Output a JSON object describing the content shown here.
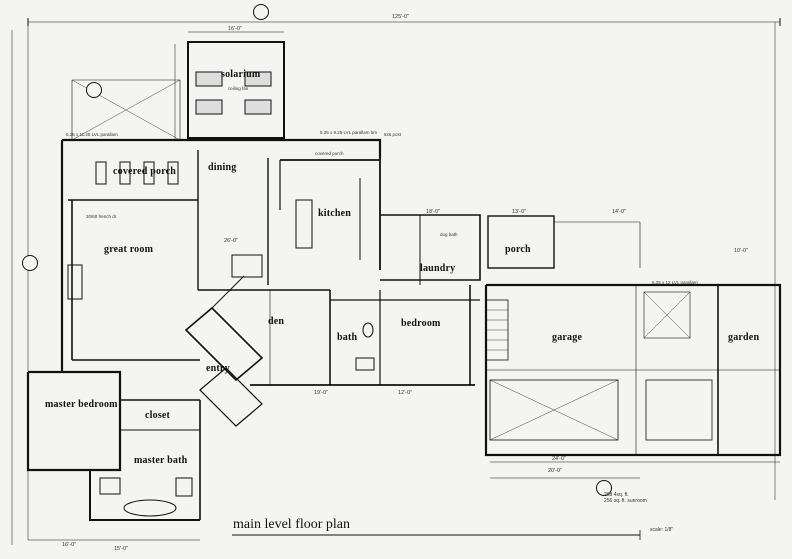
{
  "title": "main level floor plan",
  "scale": "scale: 1/8\"",
  "area": [
    "268 4sq. ft.",
    "256 sq. ft. sunroom"
  ],
  "overall_width": "125'-0\"",
  "rooms": {
    "solarium": "solarium",
    "covered_porch": "covered porch",
    "dining": "dining",
    "kitchen": "kitchen",
    "great_room": "great room",
    "porch": "porch",
    "laundry": "laundry",
    "den": "den",
    "bath": "bath",
    "bedroom": "bedroom",
    "garage": "garage",
    "garden": "garden",
    "entry": "entry",
    "master_bedroom": "master bedroom",
    "closet": "closet",
    "master_bath": "master bath"
  },
  "dimensions": {
    "d1": "16'-0\"",
    "d2": "18'-0\"",
    "d3": "13'-0\"",
    "d4": "14'-0\"",
    "d5": "20'-0\"",
    "d6": "24'-0\"",
    "d7": "16'-0\"",
    "d8": "10'-0\"",
    "d9": "26'-0\"",
    "d10": "19'-0\"",
    "d11": "12'-0\"",
    "d12": "15'-0\""
  },
  "notes": {
    "n1": "5.25 x 11.25 LVL parallam",
    "n2": "5.25 x 9.25 LVL parallam bm",
    "n3": "ceiling fan",
    "n4": "6x6 post",
    "n5": "5.25 x 12 LVL parallam",
    "n6": "covered porch",
    "n7": "30/60 french dr.",
    "n8": "dog bath"
  }
}
